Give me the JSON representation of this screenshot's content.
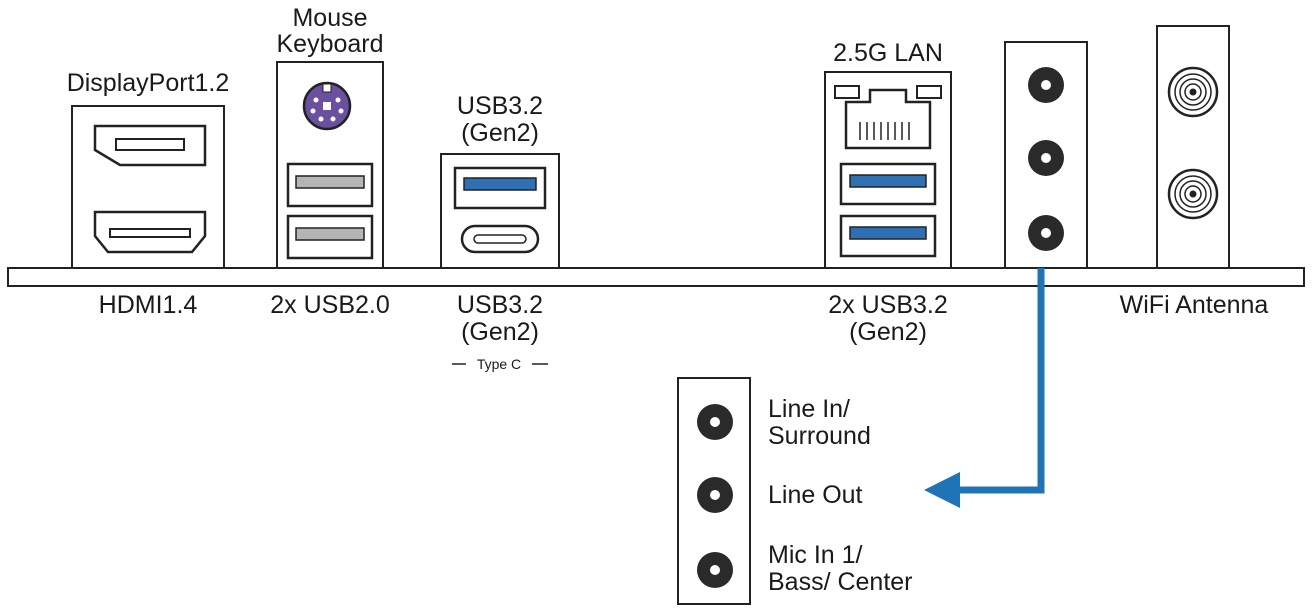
{
  "labels": {
    "displayport": "DisplayPort1.2",
    "hdmi": "HDMI1.4",
    "mouse": "Mouse",
    "keyboard": "Keyboard",
    "usb2": "2x USB2.0",
    "usb32_top_1": "USB3.2",
    "usb32_top_2": "(Gen2)",
    "usb32_bottom_1": "USB3.2",
    "usb32_bottom_2": "(Gen2)",
    "type_c": "Type C",
    "lan": "2.5G LAN",
    "usb32x2_1": "2x USB3.2",
    "usb32x2_2": "(Gen2)",
    "wifi": "WiFi Antenna",
    "line_in_1": "Line In/",
    "line_in_2": "Surround",
    "line_out": "Line Out",
    "mic_1": "Mic In 1/",
    "mic_2": "Bass/ Center"
  },
  "colors": {
    "usb3_blue": "#2f6fb3",
    "ps2_purple": "#6b4fa0",
    "arrow_blue": "#1f73b7",
    "line": "#222222"
  }
}
